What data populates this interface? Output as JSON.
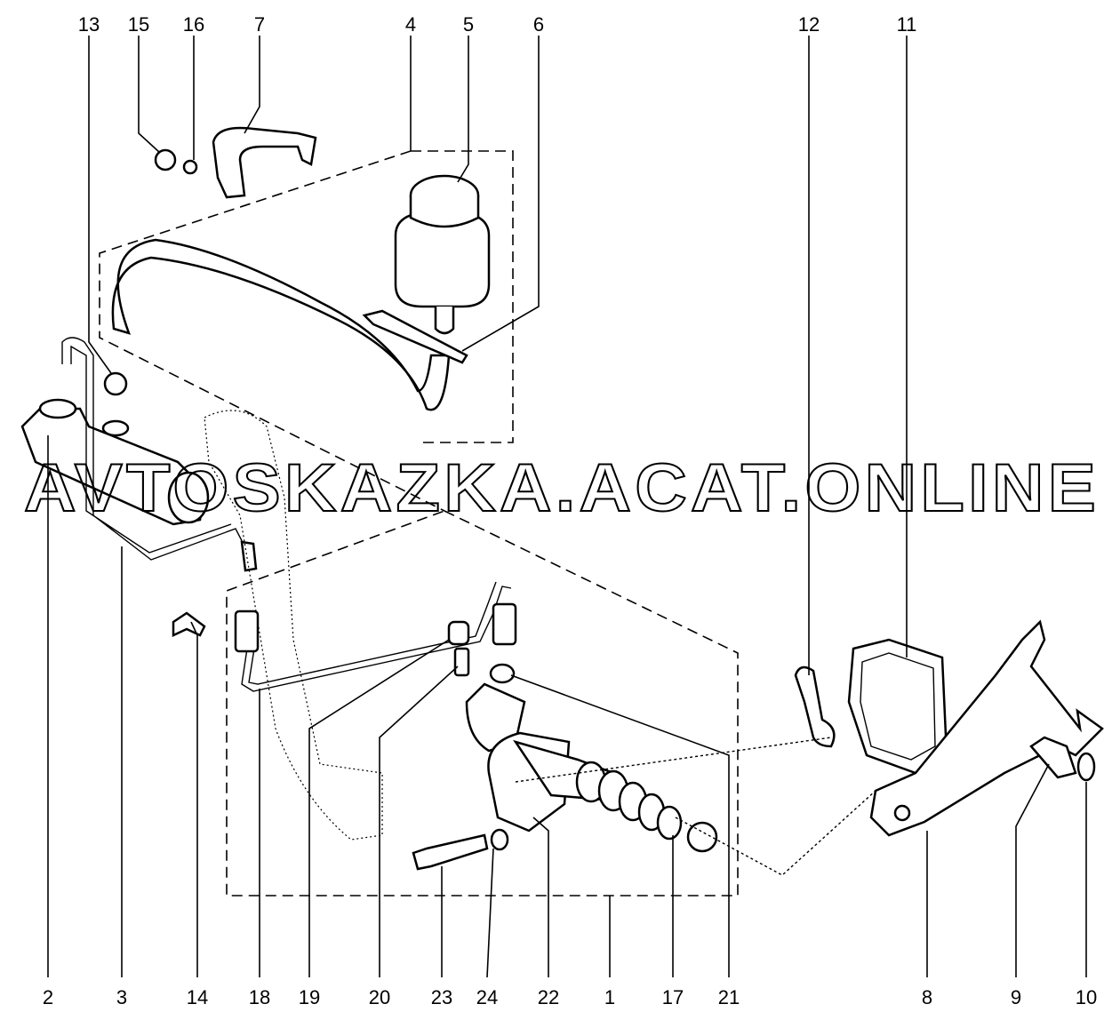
{
  "title": "Clutch hydraulic actuation parts diagram",
  "watermark": "AVTOSKAZKA.ACAT.ONLINE",
  "callouts_top": [
    "13",
    "15",
    "16",
    "7",
    "4",
    "5",
    "6",
    "12",
    "11"
  ],
  "callouts_bottom": [
    "2",
    "3",
    "14",
    "18",
    "19",
    "20",
    "23",
    "24",
    "22",
    "1",
    "17",
    "21",
    "8",
    "9",
    "10"
  ]
}
